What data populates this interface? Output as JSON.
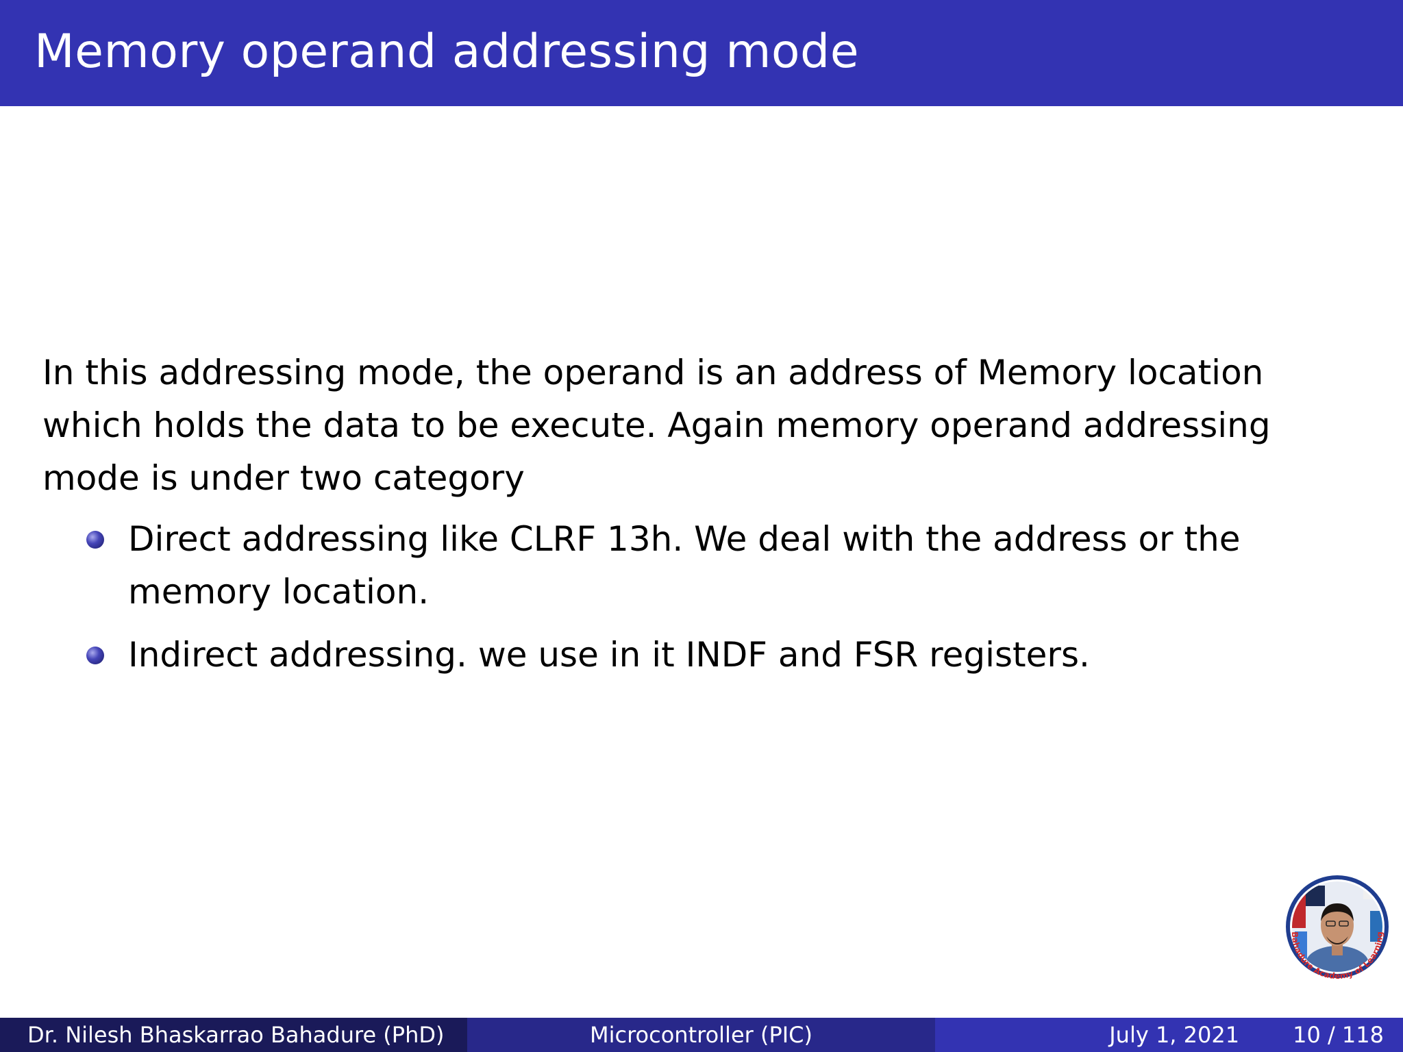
{
  "slide": {
    "title": "Memory operand addressing mode",
    "intro": "In this addressing mode, the operand is an address of Memory location which holds the data to be execute. Again memory operand addressing mode is under two category",
    "bullets": [
      "Direct addressing like CLRF 13h. We deal with the address or the memory location.",
      "Indirect addressing. we use in it INDF and FSR registers."
    ]
  },
  "footer": {
    "author": "Dr. Nilesh Bhaskarrao Bahadure (PhD)",
    "course": "Microcontroller (PIC)",
    "date": "July 1, 2021",
    "page": "10 / 118"
  },
  "logo": {
    "text": "Bahadure Academy of Learning",
    "icon": "portrait-logo-icon"
  },
  "colors": {
    "title_bar": "#3333b2",
    "footer_left": "#1a1a59",
    "footer_middle": "#28288a",
    "footer_right": "#3333b2",
    "logo_ring": "#1f3d8f",
    "logo_text": "#d42a2a"
  }
}
